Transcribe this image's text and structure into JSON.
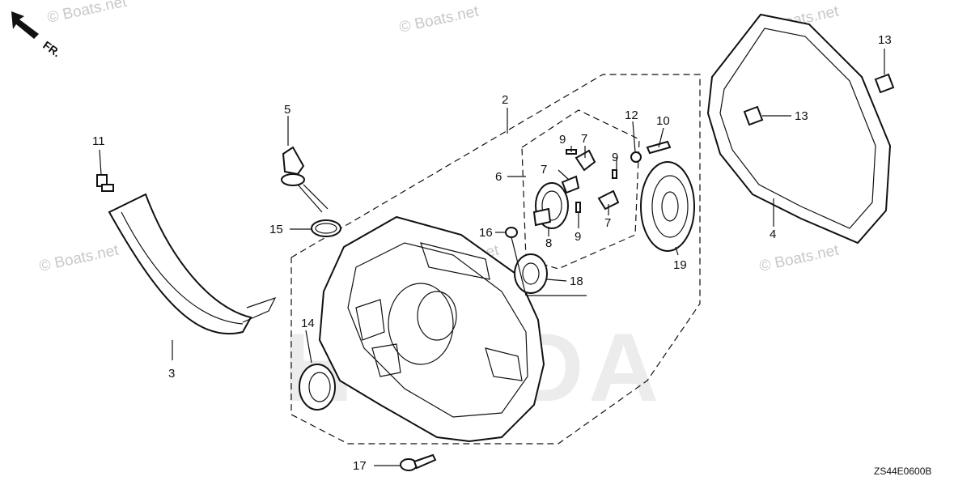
{
  "direction_label": "FR.",
  "diagram_code": "ZS44E0600B",
  "watermark_text": "© Boats.net",
  "brand_watermark": "HONDA",
  "callouts": {
    "c2": "2",
    "c3": "3",
    "c4": "4",
    "c5": "5",
    "c6": "6",
    "c7a": "7",
    "c7b": "7",
    "c7c": "7",
    "c8": "8",
    "c9a": "9",
    "c9b": "9",
    "c9c": "9",
    "c10": "10",
    "c11": "11",
    "c12": "12",
    "c13a": "13",
    "c13b": "13",
    "c14": "14",
    "c15": "15",
    "c16": "16",
    "c17": "17",
    "c18": "18",
    "c19": "19"
  }
}
